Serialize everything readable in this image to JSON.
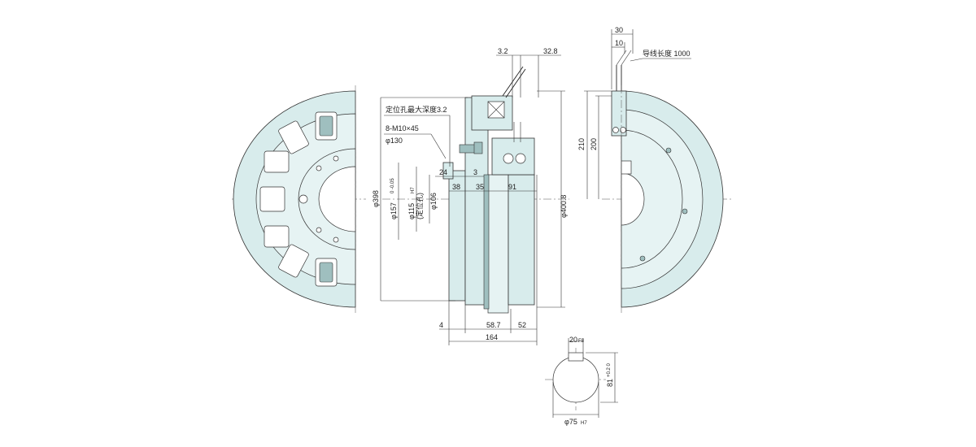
{
  "drawing": {
    "title": "",
    "labels": {
      "pos_hole_depth": "定位孔最大深度3.2",
      "bolt_spec": "8-M10×45",
      "phi130": "φ130",
      "lead_length": "导线长度 1000",
      "d_3_2": "3.2",
      "d_32_8": "32.8",
      "d_30": "30",
      "d_10": "10",
      "d_24": "24",
      "d_3": "3",
      "d_38": "38",
      "d_35": "35",
      "d_91": "91",
      "d_4": "4",
      "d_58_7": "58.7",
      "d_52": "52",
      "d_164": "164",
      "d_210": "210",
      "d_200": "200",
      "phi398": "φ398",
      "phi157": "φ157",
      "phi157_tol": "0 -0.05",
      "phi115": "φ115",
      "phi115_fit": "H7",
      "phi115_note": "(定位孔)",
      "phi106": "φ106",
      "phi400_8": "φ400.8",
      "key_20": "20",
      "key_20_fit": "F8",
      "key_81": "81",
      "key_81_tol": "+0.2 0",
      "bore_75": "φ75",
      "bore_75_fit": "H7"
    },
    "colors": {
      "face": "#d8ecec",
      "face_light": "#e6f3f3",
      "shade": "#9fbfbf",
      "line": "#333333"
    }
  }
}
